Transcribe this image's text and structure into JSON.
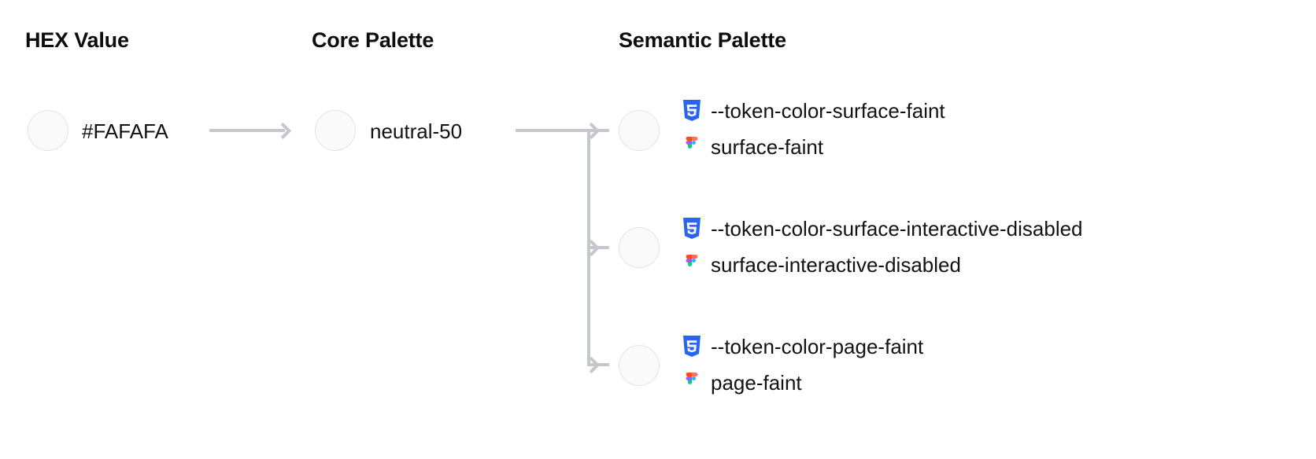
{
  "columns": {
    "hex": "HEX Value",
    "core": "Core Palette",
    "semantic": "Semantic Palette"
  },
  "colors": {
    "swatch_fill": "#FAFAFA",
    "swatch_border": "#E3E4E8",
    "connector": "#C4C7CE",
    "text": "#121212",
    "heading": "#0D0D0D",
    "css_icon_blue": "#2965F1",
    "figma_red": "#F24E1E",
    "figma_orange": "#FF7262",
    "figma_purple": "#A259FF",
    "figma_blue": "#1ABCFE",
    "figma_green": "#0ACF83"
  },
  "hex": {
    "value": "#FAFAFA",
    "swatch_color": "#FAFAFA"
  },
  "core": {
    "value": "neutral-50",
    "swatch_color": "#FAFAFA"
  },
  "semantic": {
    "items": [
      {
        "css_token": "--token-color-surface-faint",
        "figma_token": "surface-faint",
        "swatch_color": "#FAFAFA"
      },
      {
        "css_token": "--token-color-surface-interactive-disabled",
        "figma_token": "surface-interactive-disabled",
        "swatch_color": "#FAFAFA"
      },
      {
        "css_token": "--token-color-page-faint",
        "figma_token": "page-faint",
        "swatch_color": "#FAFAFA"
      }
    ]
  },
  "icons": {
    "css": "css3-shield-icon",
    "figma": "figma-logo-icon",
    "arrow": "arrow-right-icon"
  }
}
